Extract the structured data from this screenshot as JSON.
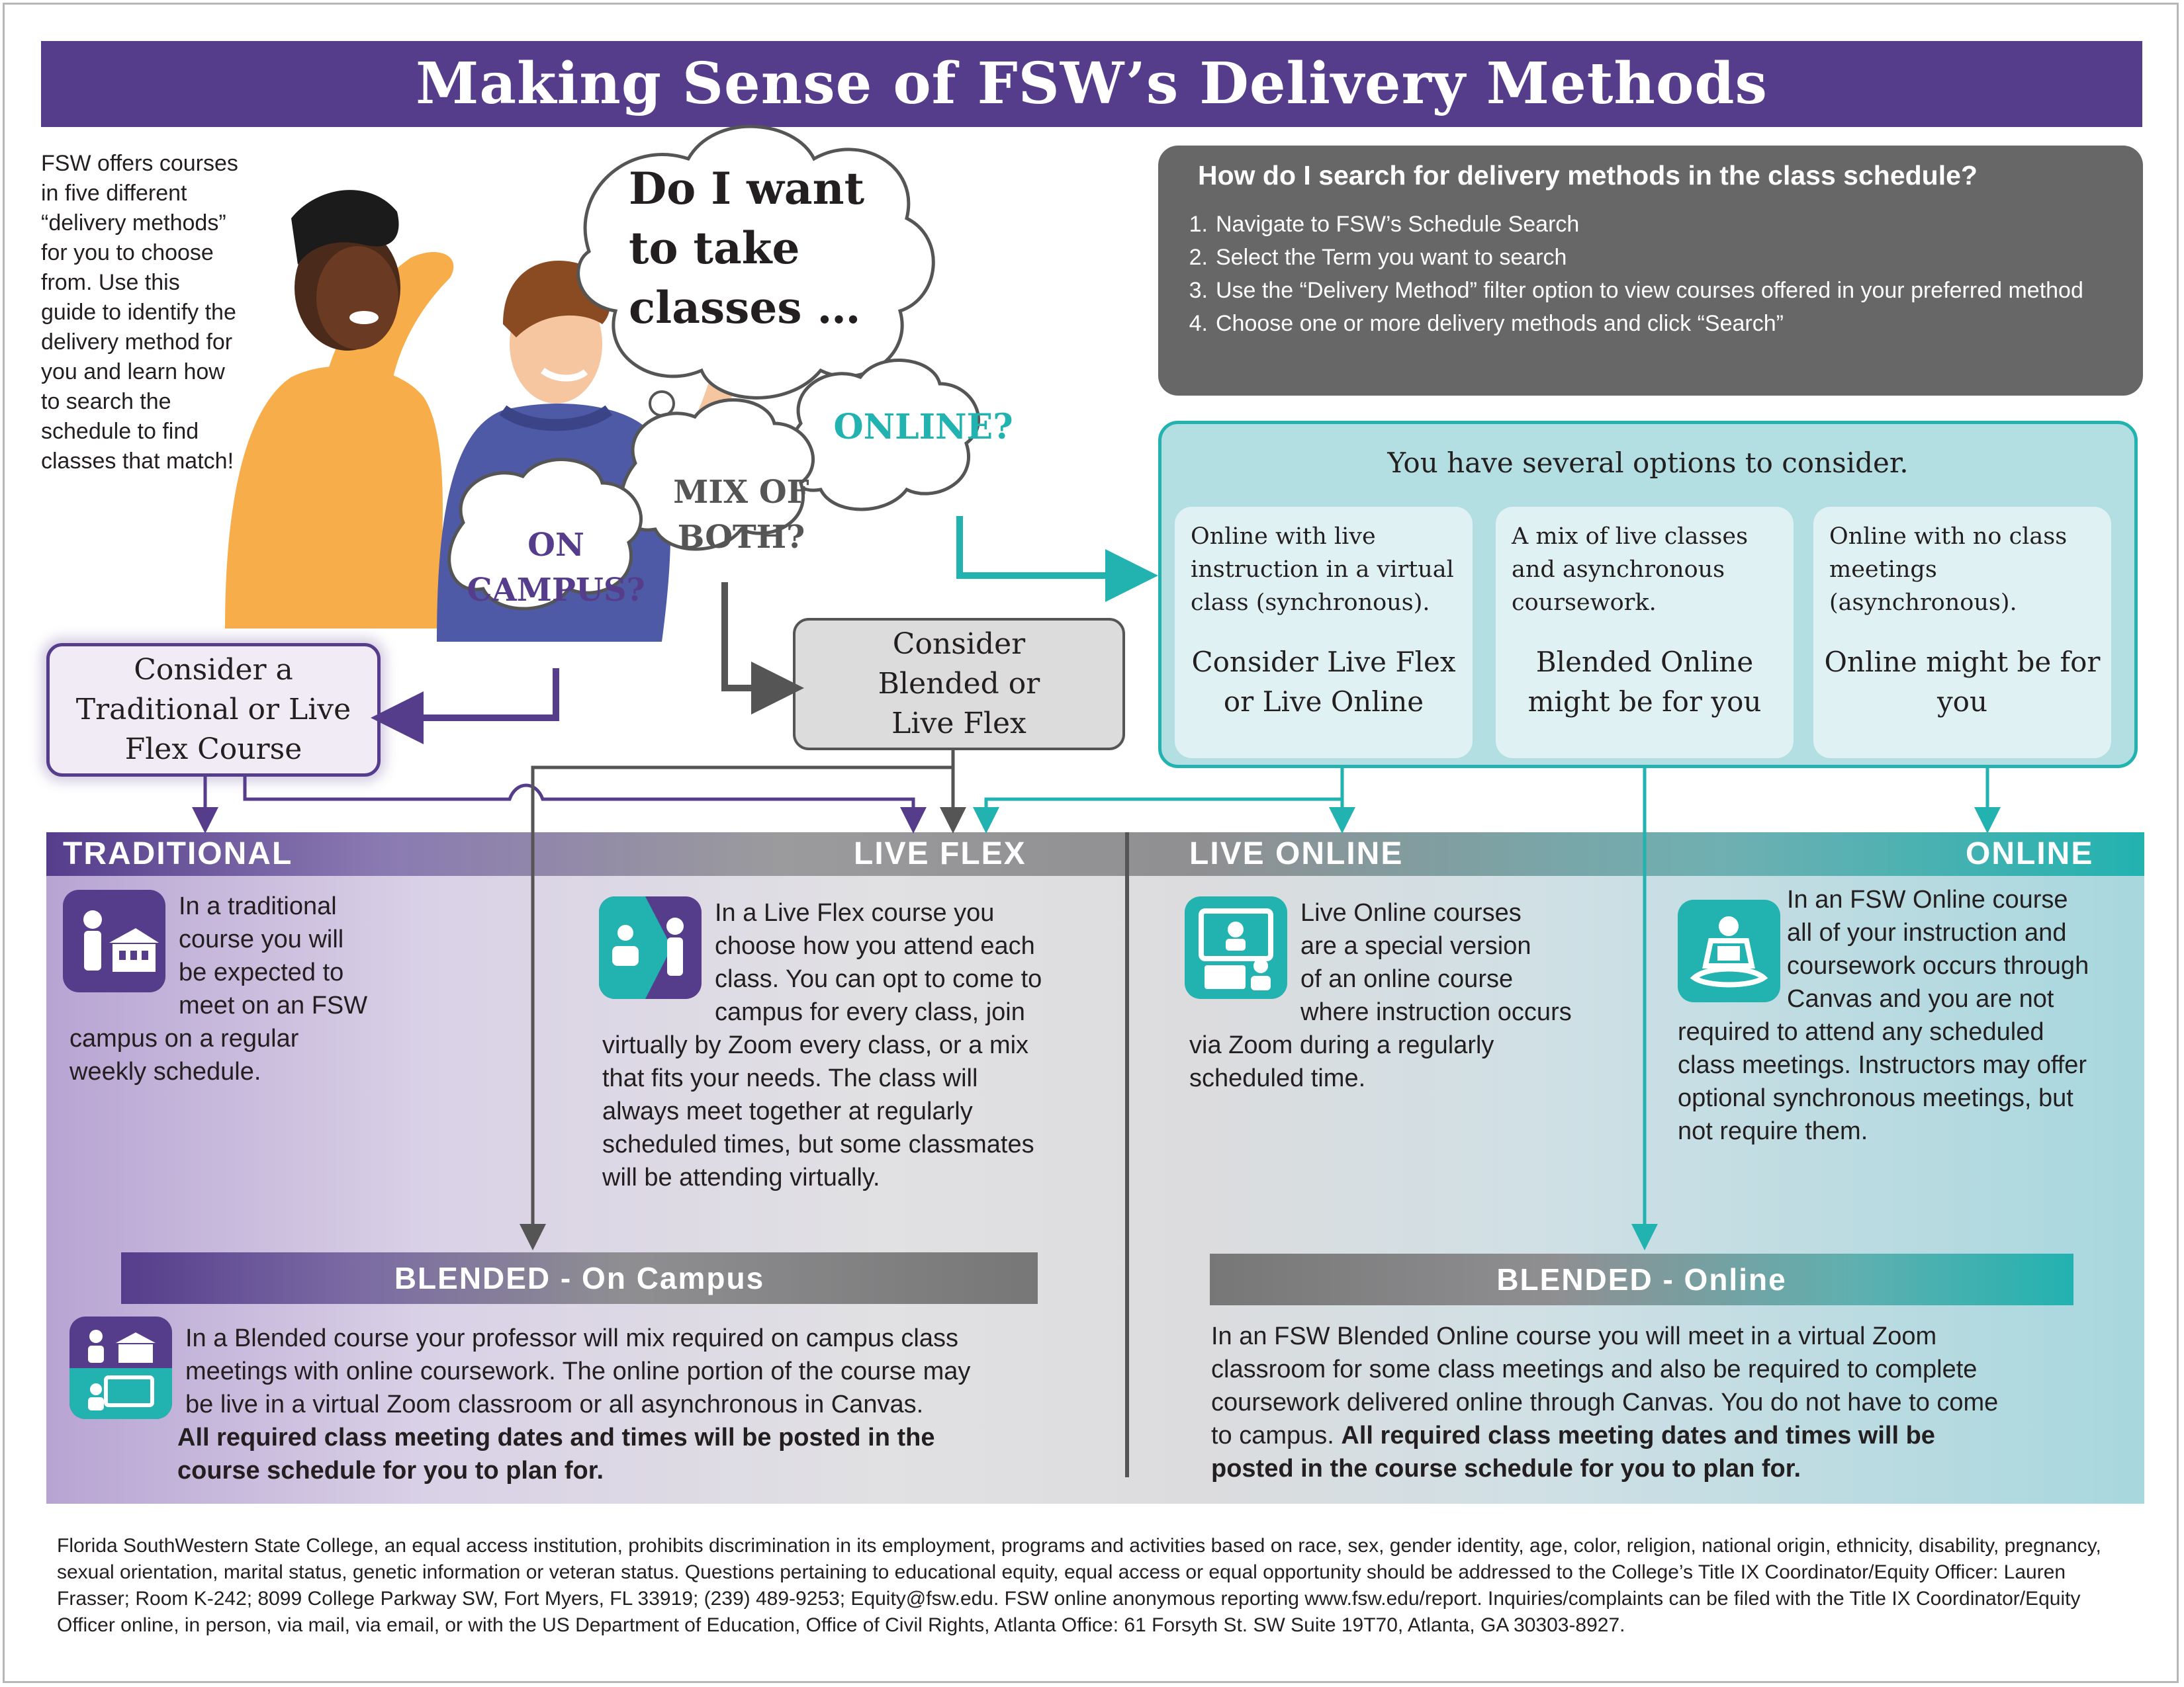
{
  "title": "Making Sense of FSW’s Delivery Methods",
  "intro": "FSW offers courses in five different “delivery methods” for you to choose from. Use this guide to identify the delivery method for you and learn how to search the schedule to find classes that match!",
  "thought": {
    "question": [
      "Do I want",
      "to take",
      "classes …"
    ],
    "online": "ONLINE?",
    "mix": [
      "MIX OF",
      "BOTH?"
    ],
    "campus": [
      "ON",
      "CAMPUS?"
    ]
  },
  "search": {
    "title": "How do I search for delivery methods in the class schedule?",
    "steps": [
      {
        "num": "1.",
        "text": "Navigate to FSW’s Schedule Search"
      },
      {
        "num": "2.",
        "text": "Select the Term you want to search"
      },
      {
        "num": "3.",
        "text": "Use the “Delivery Method” filter option to view courses offered in your preferred method"
      },
      {
        "num": "4.",
        "text": "Choose one or more delivery methods and click “Search”"
      }
    ]
  },
  "options": {
    "title": "You have several options to consider.",
    "cards": [
      {
        "desc": "Online with live instruction in a virtual class (synchronous).",
        "suggestion": "Consider Live Flex or Live Online"
      },
      {
        "desc": "A mix of live classes and asynchronous coursework.",
        "suggestion": "Blended Online might be for you"
      },
      {
        "desc": "Online with no class meetings (asynchronous).",
        "suggestion": "Online might be for you"
      }
    ]
  },
  "consider_traditional": "Consider a Traditional or Live Flex Course",
  "consider_blended": "Consider Blended or Live Flex",
  "methods": {
    "traditional": {
      "label": "TRADITIONAL",
      "text_top": [
        "In a traditional",
        "course you will",
        "be expected to",
        "meet on an FSW"
      ],
      "text_bottom": [
        "campus on a regular",
        "weekly schedule."
      ]
    },
    "live_flex": {
      "label": "LIVE FLEX",
      "text_top": [
        "In a Live Flex course you",
        "choose how you attend each",
        "class. You can opt to come to",
        "campus for every class, join"
      ],
      "text_bottom": [
        "virtually by Zoom every class, or a mix",
        "that fits your needs. The class will",
        "always meet together at regularly",
        "scheduled times, but some classmates",
        "will be attending virtually."
      ]
    },
    "live_online": {
      "label": "LIVE ONLINE",
      "text_top": [
        "Live Online courses",
        "are a special version",
        "of an online course",
        "where instruction occurs"
      ],
      "text_bottom": [
        "via Zoom during a regularly",
        "scheduled time."
      ]
    },
    "online": {
      "label": "ONLINE",
      "text_top": [
        "In an FSW Online course",
        "all of your instruction and",
        "coursework occurs through",
        "Canvas and you are not"
      ],
      "text_bottom": [
        "required to attend any scheduled",
        "class meetings. Instructors may offer",
        "optional synchronous meetings, but",
        "not require them."
      ]
    }
  },
  "blended_campus": {
    "label": "BLENDED - On Campus",
    "text": [
      "In a Blended course your professor will mix required on campus class",
      "meetings with online coursework. The online portion of the course may",
      "be live in a virtual Zoom classroom or all asynchronous in Canvas."
    ],
    "bold": [
      "All required class meeting dates and times will be posted in the",
      "course schedule for you to plan for."
    ]
  },
  "blended_online": {
    "label": "BLENDED - Online",
    "text": [
      "In an FSW Blended Online course you will meet in a virtual Zoom",
      "classroom for some class meetings and also be required to complete",
      "coursework delivered online through Canvas. You do not have to come"
    ],
    "last_plain": "to campus. ",
    "last_bold": "All required class meeting dates and times will be",
    "bold_end": "posted in the course schedule for you to plan for."
  },
  "footer": "Florida SouthWestern State College, an equal access institution, prohibits discrimination in its employment, programs and activities based on race, sex, gender identity, age, color, religion, national origin, ethnicity, disability, pregnancy, sexual orientation, marital status, genetic information or veteran status. Questions pertaining to educational equity, equal access or equal opportunity should be addressed to the College’s Title IX Coordinator/Equity Officer: Lauren Frasser; Room K-242; 8099 College Parkway SW, Fort Myers, FL 33919; (239) 489-9253; Equity@fsw.edu. FSW online anonymous reporting www.fsw.edu/report. Inquiries/complaints can be filed with the Title IX Coordinator/Equity Officer online, in person, via mail, via email, or with the US Department of Education, Office of Civil Rights, Atlanta Office: 61 Forsyth St. SW Suite 19T70, Atlanta, GA 30303-8927.",
  "colors": {
    "purple": "#563d8c",
    "teal": "#22b2b0",
    "grey": "#666766"
  }
}
